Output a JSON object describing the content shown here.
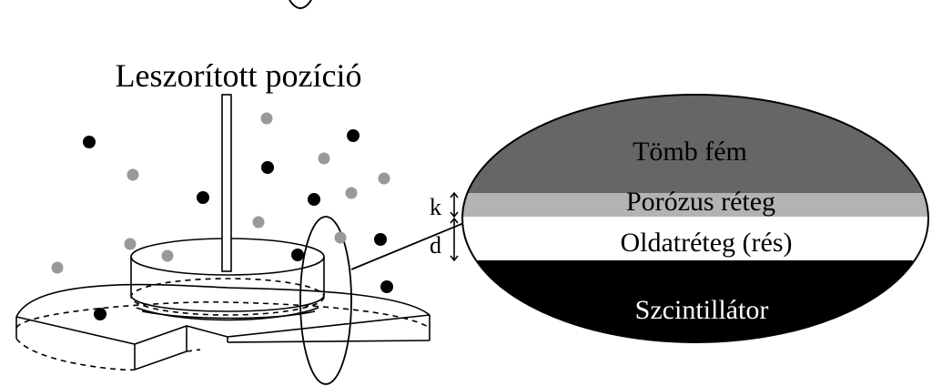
{
  "left_panel": {
    "title": "Leszorított pozíció"
  },
  "right_panel": {
    "layers": {
      "metal": "Tömb fém",
      "porous": "Porózus réteg",
      "solution": "Oldatréteg (rés)",
      "scintillator": "Szcintillátor"
    },
    "dimensions": {
      "k": "k",
      "d": "d"
    }
  },
  "colors": {
    "metal": "#666666",
    "porous": "#b3b3b3",
    "solution": "#ffffff",
    "scintillator": "#000000",
    "dot_dark": "#000000",
    "dot_gray": "#999999",
    "line": "#000000"
  }
}
